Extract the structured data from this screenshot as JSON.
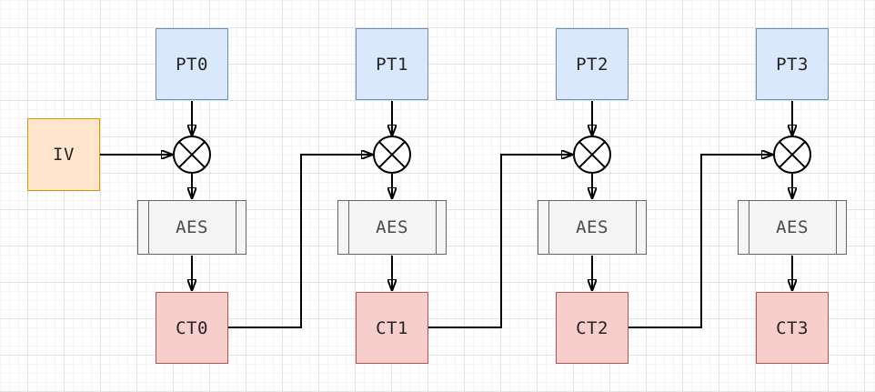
{
  "diagram": {
    "nodes": {
      "iv": {
        "label": "IV"
      },
      "pt": [
        {
          "label": "PT0"
        },
        {
          "label": "PT1"
        },
        {
          "label": "PT2"
        },
        {
          "label": "PT3"
        }
      ],
      "aes": [
        {
          "label": "AES"
        },
        {
          "label": "AES"
        },
        {
          "label": "AES"
        },
        {
          "label": "AES"
        }
      ],
      "ct": [
        {
          "label": "CT0"
        },
        {
          "label": "CT1"
        },
        {
          "label": "CT2"
        },
        {
          "label": "CT3"
        }
      ],
      "xor_icon": "⊗"
    },
    "colors": {
      "plaintext_fill": "#dae8fc",
      "plaintext_stroke": "#6c8ebf",
      "iv_fill": "#ffe6cc",
      "iv_stroke": "#d79b00",
      "ciphertext_fill": "#f8cecc",
      "ciphertext_stroke": "#b85450",
      "aes_fill": "#f5f5f5",
      "aes_stroke": "#666666",
      "edge_stroke": "#000000",
      "grid_minor": "#f4f4f4",
      "grid_major": "#e2e2e2"
    }
  }
}
